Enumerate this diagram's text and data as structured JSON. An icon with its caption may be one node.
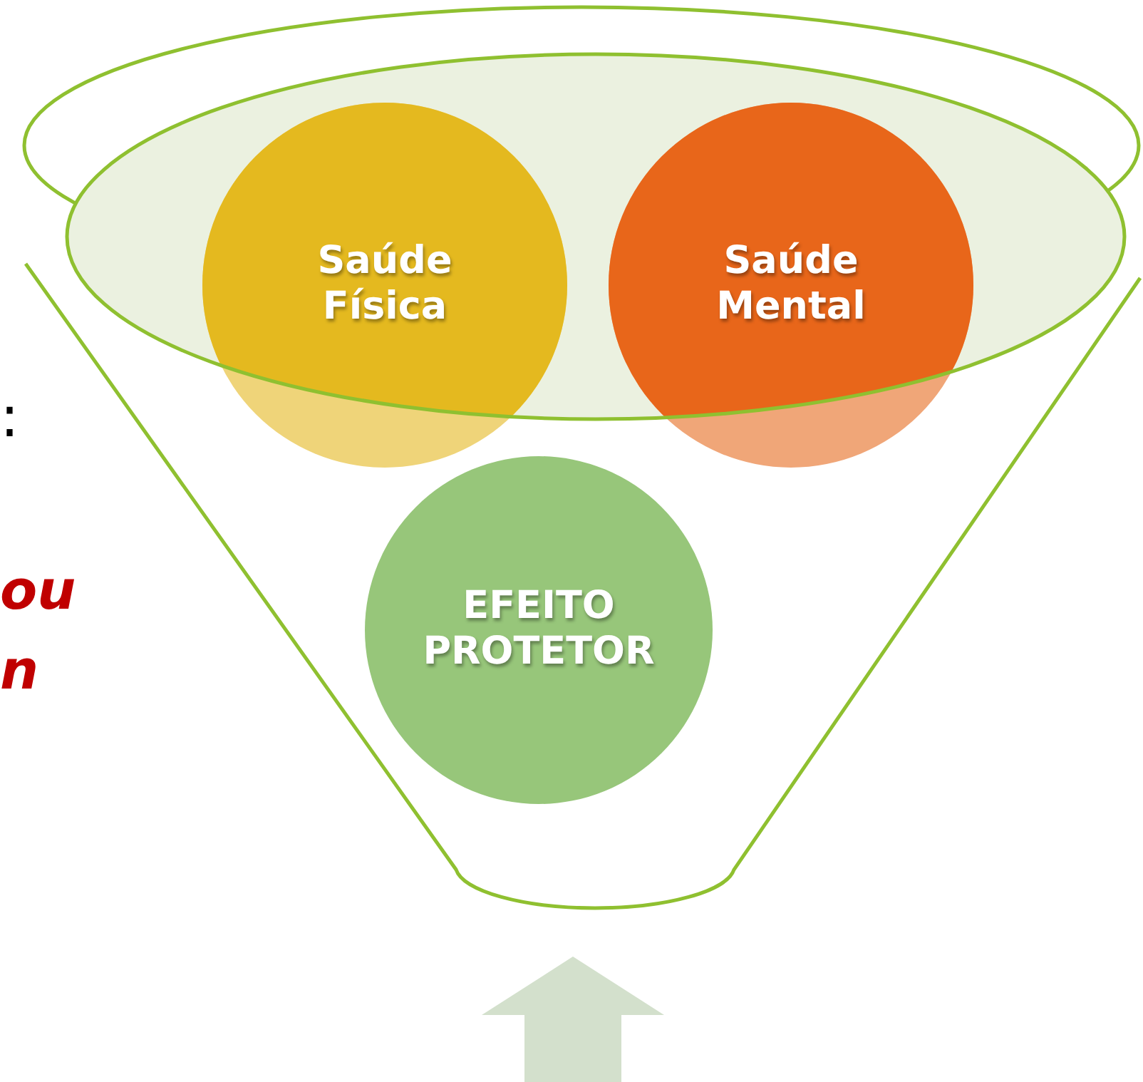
{
  "diagram": {
    "nodes": [
      {
        "text": [],
        "shape": "funnel"
      },
      {
        "text": [
          "Saúde Física"
        ],
        "in": 0
      },
      {
        "text": [
          "Saúde Mental"
        ],
        "in": 0
      },
      {
        "text": [
          "EFEITO PROTETOR"
        ],
        "in": 0
      }
    ],
    "labels": [
      ":",
      "ou",
      "n"
    ]
  }
}
